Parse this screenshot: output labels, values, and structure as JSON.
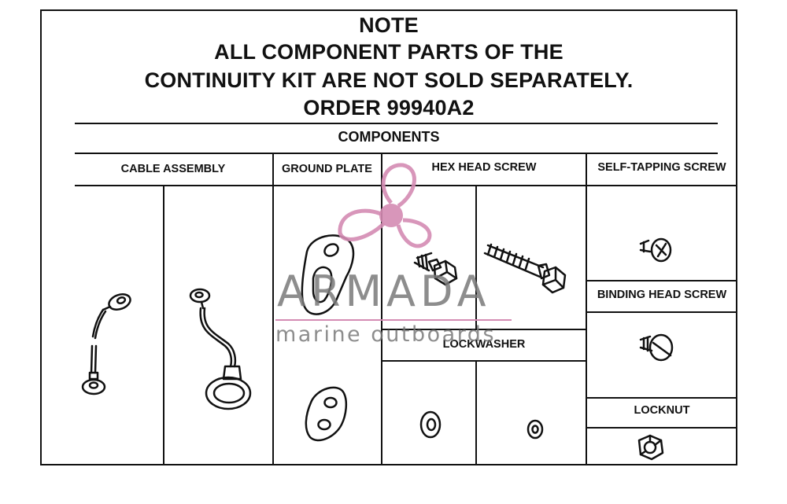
{
  "note": {
    "line1": "NOTE",
    "line2": "ALL COMPONENT PARTS OF THE",
    "line3": "CONTINUITY KIT ARE NOT SOLD SEPARATELY.",
    "line4": "ORDER 99940A2"
  },
  "components_header": "COMPONENTS",
  "columns": {
    "cable_assembly": "CABLE ASSEMBLY",
    "ground_plate": "GROUND PLATE",
    "hex_head_screw": "HEX HEAD SCREW",
    "self_tapping_screw": "SELF-TAPPING SCREW",
    "binding_head_screw": "BINDING HEAD SCREW",
    "lockwasher": "LOCKWASHER",
    "locknut": "LOCKNUT"
  },
  "watermark": {
    "brand": "ARMADA",
    "tagline": "marine outboards",
    "color": "#d48bb3",
    "text_color": "#7a7a7a"
  }
}
